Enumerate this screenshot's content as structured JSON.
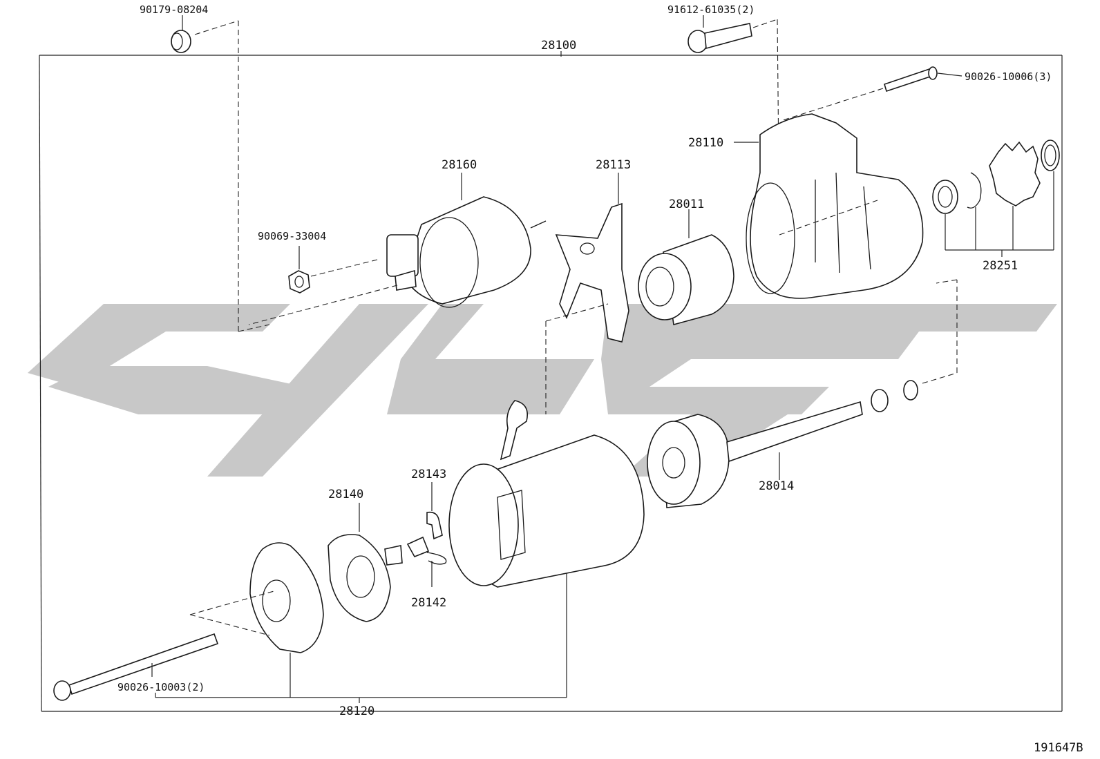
{
  "diagram": {
    "labels": {
      "p90179_08204": "90179-08204",
      "p91612_61035": "91612-61035(2)",
      "p28100": "28100",
      "p90026_10006": "90026-10006(3)",
      "p28110": "28110",
      "p28160": "28160",
      "p28113": "28113",
      "p28011": "28011",
      "p90069_33004": "90069-33004",
      "p28251": "28251",
      "p28143": "28143",
      "p28140": "28140",
      "p28014": "28014",
      "p28142": "28142",
      "p90026_10003": "90026-10003(2)",
      "p28120": "28120"
    },
    "figure_id": "191647B"
  }
}
